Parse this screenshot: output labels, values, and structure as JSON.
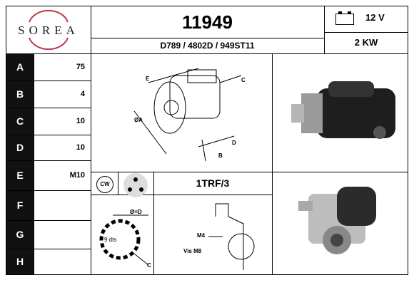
{
  "brand": {
    "logo_text": "SOREA"
  },
  "header": {
    "part_number": "11949",
    "cross_refs": "D789 / 4802D / 949ST11",
    "voltage": "12 V",
    "power": "2 KW"
  },
  "spec_rows": [
    {
      "label": "A",
      "value": "75"
    },
    {
      "label": "B",
      "value": "4"
    },
    {
      "label": "C",
      "value": "10"
    },
    {
      "label": "D",
      "value": "10"
    },
    {
      "label": "E",
      "value": "M10"
    },
    {
      "label": "F",
      "value": ""
    },
    {
      "label": "G",
      "value": ""
    },
    {
      "label": "H",
      "value": ""
    }
  ],
  "rotation": {
    "icon": "clockwise-rotation-icon",
    "text": "CW"
  },
  "mounting": {
    "icon": "three-hole-flange-icon"
  },
  "connector_code": "1TRF/3",
  "dimension_drawing": {
    "labels": {
      "e": "E",
      "c": "C",
      "a": "ØA",
      "d": "D",
      "b": "B"
    }
  },
  "pinion_drawing": {
    "diameter_label": "Ø=D",
    "teeth_label": "9 dts",
    "c_label": "C"
  },
  "terminal_drawing": {
    "m4_label": "M4",
    "vis_label": "Vis M8"
  },
  "colors": {
    "accent": "#c0394b",
    "label_bg": "#111111"
  }
}
